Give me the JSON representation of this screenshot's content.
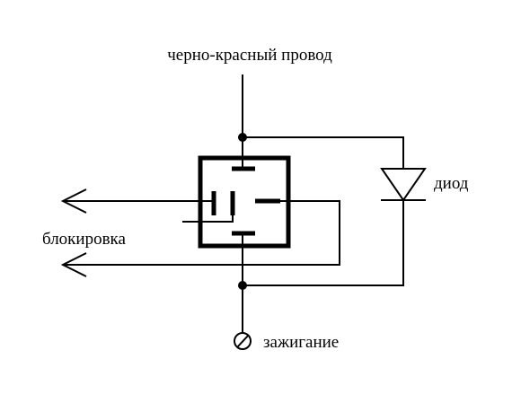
{
  "labels": {
    "top_wire": "черно-красный провод",
    "diode": "диод",
    "blocking": "блокировка",
    "ignition": "зажигание"
  },
  "colors": {
    "line": "#000000",
    "background": "#ffffff"
  }
}
